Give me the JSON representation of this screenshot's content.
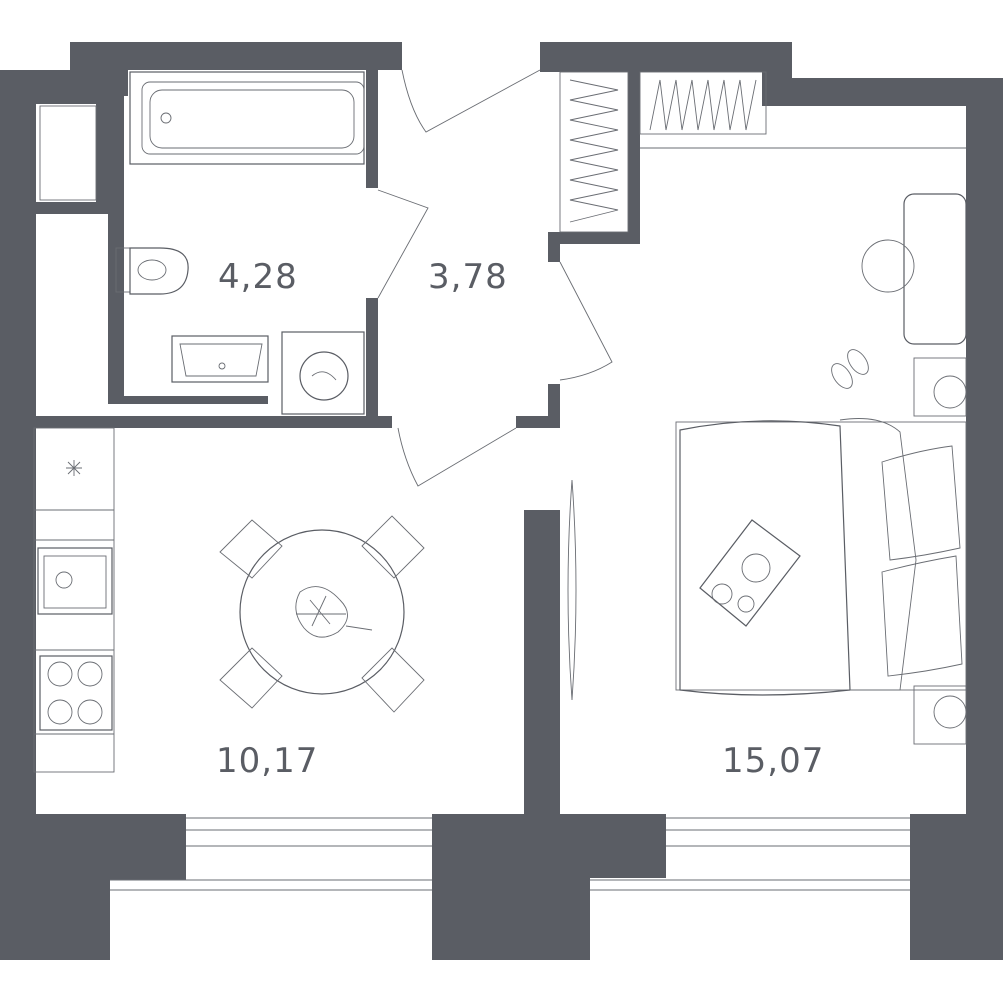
{
  "rooms": [
    {
      "id": "bathroom",
      "area": "4,28"
    },
    {
      "id": "hallway",
      "area": "3,78"
    },
    {
      "id": "kitchen",
      "area": "10,17"
    },
    {
      "id": "bedroom",
      "area": "15,07"
    }
  ],
  "colors": {
    "wall": "#5a5d64",
    "background": "#ffffff",
    "furniture_line": "#6a6d73"
  },
  "icons": [
    "bathtub-icon",
    "toilet-icon",
    "sink-icon",
    "washing-machine-icon",
    "stove-icon",
    "table-icon",
    "bed-icon",
    "plant-icon",
    "slippers-icon"
  ]
}
